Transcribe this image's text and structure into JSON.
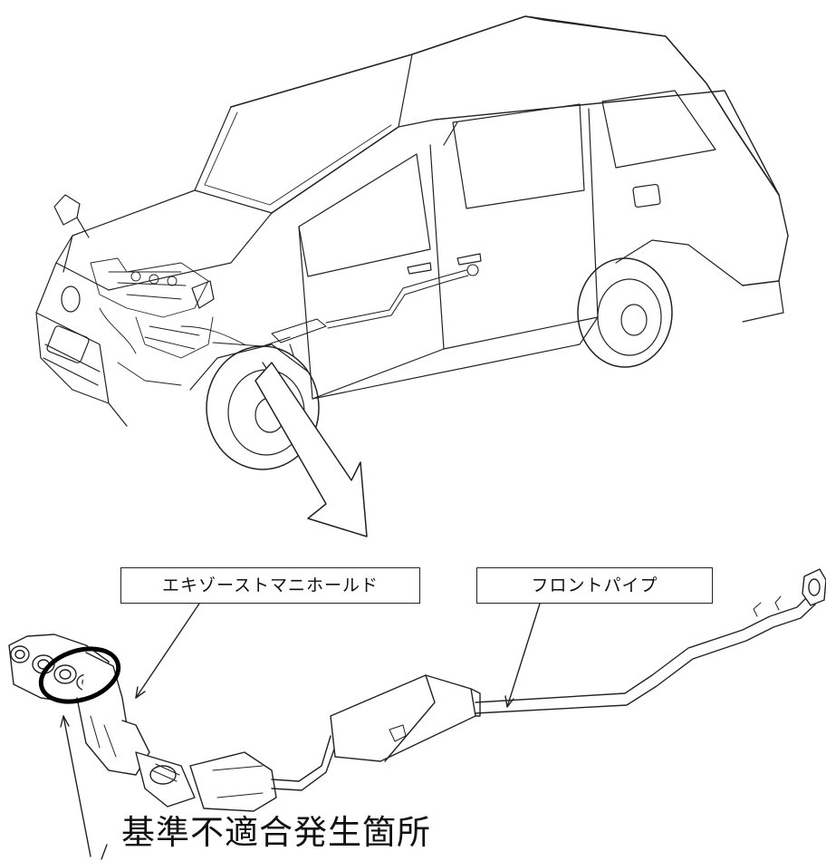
{
  "labels": {
    "exhaust_manifold": "エキゾーストマニホールド",
    "front_pipe": "フロントパイプ",
    "defect_location": "基準不適合発生箇所"
  },
  "colors": {
    "line": "#222222",
    "background": "#ffffff",
    "highlight_ring": "#000000"
  }
}
